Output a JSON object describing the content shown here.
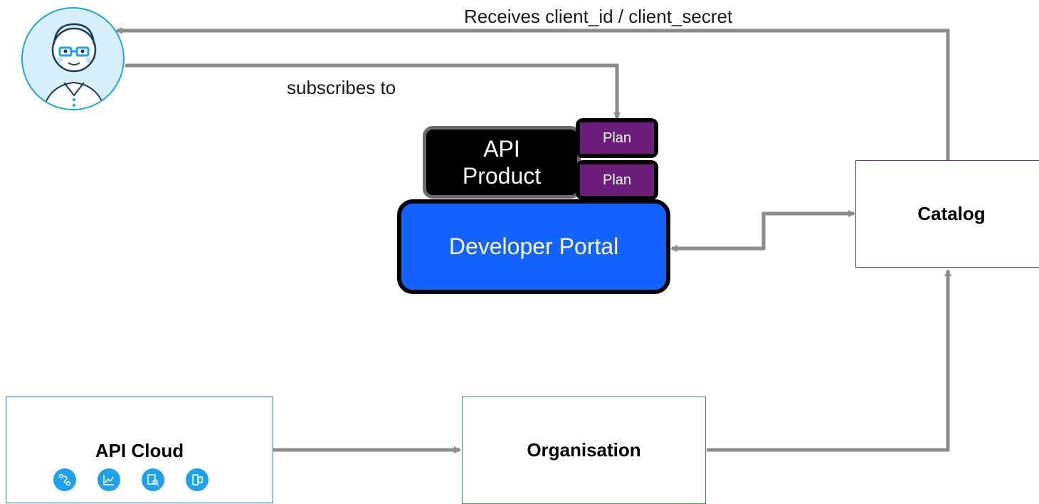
{
  "edges": {
    "receives_label": "Receives client_id / client_secret",
    "subscribes_label": "subscribes to"
  },
  "nodes": {
    "api_product": "API\nProduct",
    "plan_top": "Plan",
    "plan_bottom": "Plan",
    "developer_portal": "Developer Portal",
    "catalog": "Catalog",
    "api_cloud": "API Cloud",
    "organisation": "Organisation"
  },
  "colors": {
    "arrow": "#8c8c8c",
    "portal": "#1463ff",
    "plan": "#6b1f7b",
    "catalog_border": "#7030a0",
    "cloud_border": "#1f7ce0",
    "org_border": "#2ea84a",
    "avatar_bg": "#d6effc"
  },
  "icons": [
    "developer-avatar-icon",
    "workflow-icon",
    "analytics-icon",
    "docs-search-icon",
    "mobile-app-icon"
  ]
}
